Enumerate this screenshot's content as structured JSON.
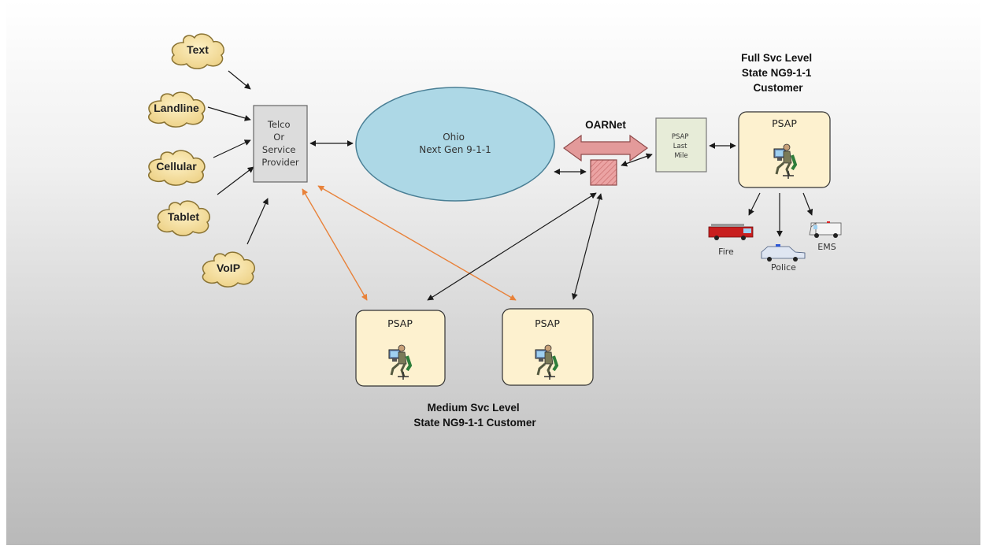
{
  "sources": [
    {
      "label": "Text"
    },
    {
      "label": "Landline"
    },
    {
      "label": "Cellular"
    },
    {
      "label": "Tablet"
    },
    {
      "label": "VoIP"
    }
  ],
  "telco": {
    "lines": [
      "Telco",
      "Or",
      "Service",
      "Provider"
    ]
  },
  "ohio": {
    "lines": [
      "Ohio",
      "Next Gen 9-1-1"
    ]
  },
  "oarnet": {
    "label": "OARNet"
  },
  "last_mile": {
    "lines": [
      "PSAP",
      "Last",
      "Mile"
    ]
  },
  "full_level": {
    "lines": [
      "Full Svc Level",
      "State NG9-1-1",
      "Customer"
    ]
  },
  "psap_label": "PSAP",
  "responders": {
    "fire": "Fire",
    "police": "Police",
    "ems": "EMS"
  },
  "medium_level": {
    "lines": [
      "Medium Svc Level",
      "State NG9-1-1 Customer"
    ]
  },
  "colors": {
    "cloud_fill": "#f7e3a3",
    "ellipse_fill": "#add8e6",
    "oarnet_arrow": "#e39a9a",
    "orange_link": "#e8823a",
    "psap_fill": "#fdf1cf",
    "last_mile_fill": "#e7ecd8"
  }
}
